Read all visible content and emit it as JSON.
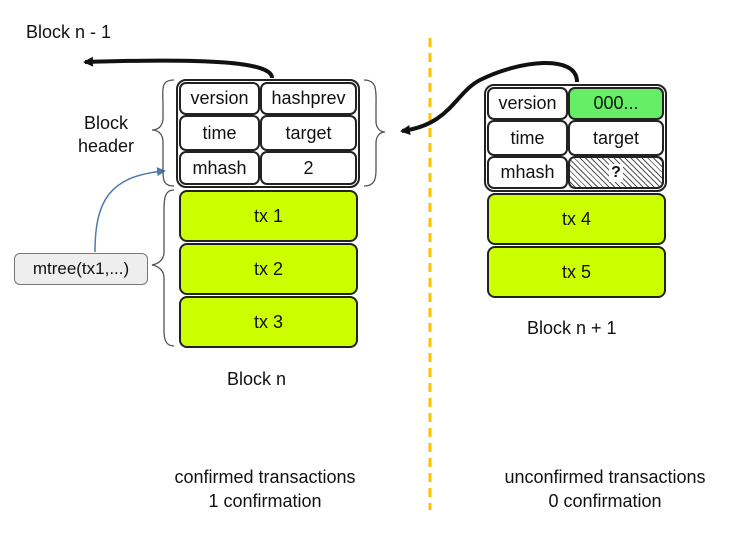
{
  "labels": {
    "prev_block": "Block n - 1",
    "block_header": "Block\nheader",
    "block_n": "Block n",
    "block_n1": "Block n + 1",
    "mtree": "mtree(tx1,...)",
    "confirmed_line1": "confirmed transactions",
    "confirmed_line2": "1 confirmation",
    "unconfirmed_line1": "unconfirmed transactions",
    "unconfirmed_line2": "0 confirmation"
  },
  "block_n": {
    "header": {
      "version": "version",
      "hashprev": "hashprev",
      "time": "time",
      "target": "target",
      "mhash": "mhash",
      "mhash_value": "2"
    },
    "transactions": [
      "tx 1",
      "tx 2",
      "tx 3"
    ]
  },
  "block_n1": {
    "header": {
      "version": "version",
      "hashprev": "000...",
      "time": "time",
      "target": "target",
      "mhash": "mhash",
      "mhash_value": "?"
    },
    "transactions": [
      "tx 4",
      "tx 5"
    ]
  },
  "colors": {
    "tx_fill": "#ccff00",
    "hashprev_fill": "#66ee66",
    "divider": "#ffc000",
    "merkle_arrow": "#4a7ab0"
  }
}
